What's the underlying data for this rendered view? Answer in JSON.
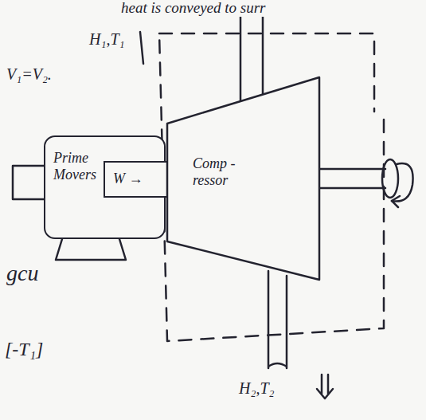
{
  "diagram": {
    "nodes": [
      {
        "text": [
          "Prime Movers"
        ]
      },
      {
        "text": [
          "W →"
        ]
      },
      {
        "text": [
          "Comp -ressor"
        ]
      }
    ],
    "labels": [
      "heat is conveyed to surr",
      "H₁,T₁",
      "V₁=V₂.",
      "gcu",
      "[-T₁]",
      "H₂,T₂"
    ]
  }
}
